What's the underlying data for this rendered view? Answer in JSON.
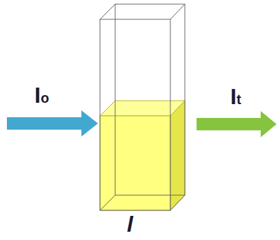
{
  "diagram": {
    "labels": [
      "Io",
      "It",
      "l"
    ]
  }
}
